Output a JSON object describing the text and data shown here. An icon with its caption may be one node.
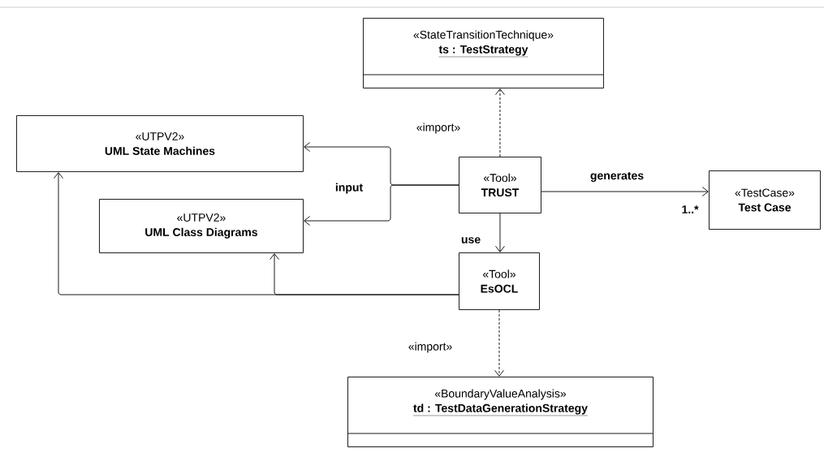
{
  "diagram": {
    "nodes": [
      {
        "text": [
          "«StateTransitionTechnique»",
          "ts : TestStrategy"
        ]
      },
      {
        "text": [
          "«UTPV2»",
          "UML State Machines"
        ]
      },
      {
        "text": [
          "«UTPV2»",
          "UML Class Diagrams"
        ]
      },
      {
        "text": [
          "«Tool»",
          "TRUST"
        ]
      },
      {
        "text": [
          "«TestCase»",
          "Test Case"
        ]
      },
      {
        "text": [
          "«Tool»",
          "EsOCL"
        ]
      },
      {
        "text": [
          "«BoundaryValueAnalysis»",
          "td : TestDataGenerationStrategy"
        ]
      }
    ],
    "edges": [
      {
        "from": 3,
        "to": 0,
        "arrow": "to",
        "style": "dashed",
        "label": "«import»"
      },
      {
        "from": 3,
        "to": 1,
        "arrow": "to",
        "label": "input"
      },
      {
        "from": 3,
        "to": 2,
        "arrow": "to"
      },
      {
        "from": 3,
        "to": 4,
        "arrow": "to",
        "label": "generates"
      },
      {
        "from": 3,
        "to": 5,
        "arrow": "to",
        "label": "use"
      },
      {
        "from": 5,
        "to": 1,
        "arrow": "to"
      },
      {
        "from": 5,
        "to": 2,
        "arrow": "to"
      },
      {
        "from": 5,
        "to": 6,
        "arrow": "to",
        "style": "dashed",
        "label": "«import»"
      }
    ],
    "labels": [
      "1..*"
    ]
  }
}
